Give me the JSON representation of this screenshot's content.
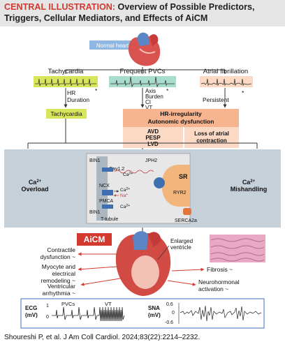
{
  "header": {
    "lead": "CENTRAL ILLUSTRATION:",
    "title_rest": " Overview of Possible Predictors, Triggers, Cellular Mediators, and Effects of AiCM"
  },
  "top": {
    "normal_heart": "Normal heart",
    "columns": [
      {
        "title": "Tachycardia",
        "factors": [
          "HR",
          "Duration"
        ],
        "asterisk": "*",
        "outcome": "Tachycardia"
      },
      {
        "title": "Frequent PVCs",
        "factors": [
          "Axis",
          "Burden",
          "CI",
          "VT"
        ],
        "asterisk": "*"
      },
      {
        "title": "Atrial fibrillation",
        "factors": [
          "Persistent"
        ],
        "asterisk": "*"
      }
    ],
    "hr_box": [
      "HR-irregularity",
      "Autonomic dysfunction"
    ],
    "left_sub": [
      "AVD",
      "PESP",
      "LVD"
    ],
    "right_sub": [
      "Loss of atrial",
      "contraction"
    ]
  },
  "cell": {
    "left": [
      "Ca",
      "2+",
      "Overload"
    ],
    "right": [
      "Ca",
      "2+",
      "Mishandling"
    ],
    "labels": {
      "bin1_top": "BIN1",
      "bin1_bottom": "BIN1",
      "cav": "Cav1.2",
      "jph2": "JPH2",
      "ncx": "NCX",
      "pmca": "PMCA",
      "sr": "SR",
      "ryr2": "RYR2",
      "serca": "SERCA2a",
      "ttubule": "T-tubule",
      "ca": "Ca",
      "ca_sup": "2+",
      "na": "Na",
      "na_sup": "+"
    }
  },
  "effects": {
    "aicm": "AiCM",
    "enlarged": [
      "Enlarged",
      "ventricle"
    ],
    "left": [
      [
        "Contractile",
        "dysfunction ~"
      ],
      [
        "Myocyte and",
        "electrical",
        "remodeling ~"
      ],
      [
        "Ventricular",
        "arrhythmia ~"
      ]
    ],
    "right": [
      [
        "Fibrosis ~"
      ],
      [
        "Neurohormonal",
        "activation ~"
      ]
    ]
  },
  "signals": {
    "ecg_label": [
      "ECG",
      "(mV)"
    ],
    "ecg_ticks": [
      "1",
      "0"
    ],
    "pvcs": "PVCs",
    "vt": "VT",
    "sna_label": [
      "SNA",
      "(mV)"
    ],
    "sna_ticks": [
      "0.6",
      "0",
      "-0.6"
    ]
  },
  "citation": "Shoureshi P, et al. J Am Coll Cardiol. 2024;83(22):2214–2232.",
  "colors": {
    "accent": "#d3392f",
    "orange_dark": "#f6b48f",
    "orange_light": "#fbd9c4",
    "green": "#d6e55a",
    "blue": "#8fb7e3",
    "cell_bg": "#c6d0d9"
  }
}
